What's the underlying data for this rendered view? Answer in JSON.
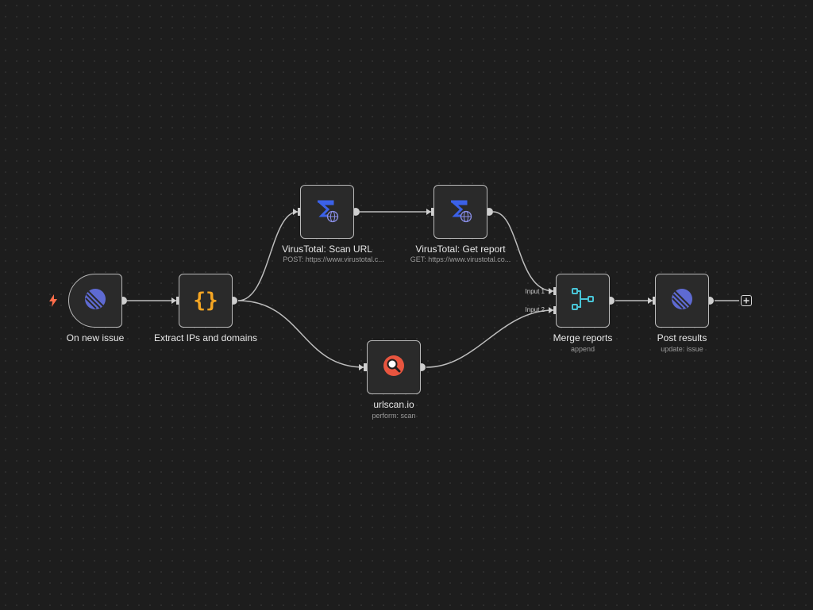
{
  "workflow": {
    "nodes": {
      "trigger": {
        "title": "On new issue",
        "icon": "linear-icon"
      },
      "extract": {
        "title": "Extract IPs and domains",
        "icon": "curly-braces-icon"
      },
      "vt_scan": {
        "title": "VirusTotal: Scan URL",
        "subtitle": "POST: https://www.virustotal.c...",
        "icon": "virustotal-icon"
      },
      "vt_report": {
        "title": "VirusTotal: Get report",
        "subtitle": "GET: https://www.virustotal.co...",
        "icon": "virustotal-icon"
      },
      "urlscan": {
        "title": "urlscan.io",
        "subtitle": "perform: scan",
        "icon": "magnifier-icon"
      },
      "merge": {
        "title": "Merge reports",
        "subtitle": "append",
        "icon": "merge-icon",
        "input_1": "Input 1",
        "input_2": "Input 2"
      },
      "post": {
        "title": "Post results",
        "subtitle": "update: issue",
        "icon": "linear-icon"
      }
    },
    "colors": {
      "background": "#1d1d1d",
      "node_fill": "#2a2a2a",
      "node_border": "#b9b9b9",
      "edge": "#bdbdbd",
      "trigger_bolt": "#ff6d4a",
      "linear_blue": "#5e6ad2",
      "code_orange": "#f5a623",
      "merge_teal": "#49c6d8",
      "urlscan_red": "#e8553f",
      "virustotal_blue": "#3b61e8"
    }
  }
}
